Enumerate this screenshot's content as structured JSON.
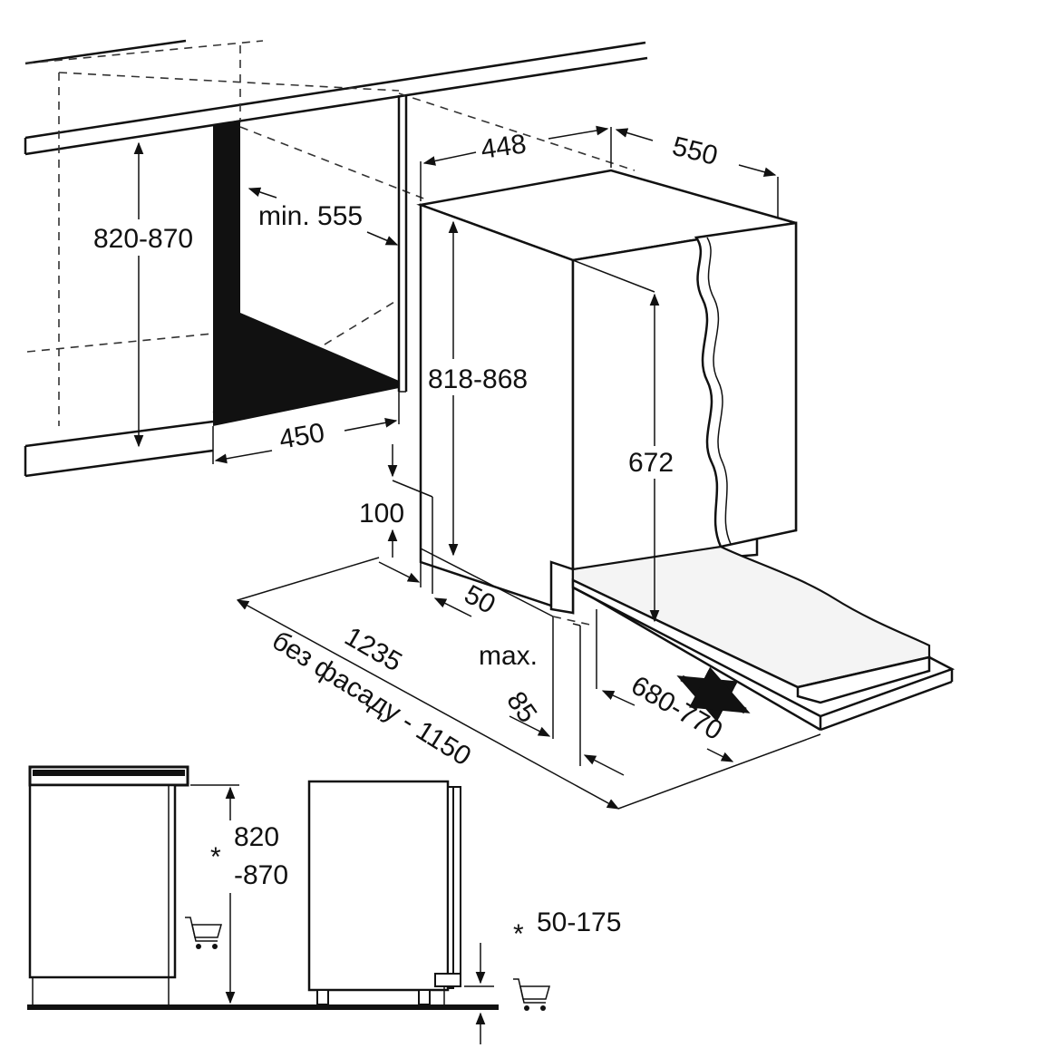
{
  "labels": {
    "niche_height": "820-870",
    "min_depth": "min. 555",
    "niche_width": "450",
    "appliance_width": "448",
    "appliance_depth": "550",
    "appliance_height": "818-868",
    "door_height": "672",
    "plinth_height": "100",
    "plinth_offset": "50",
    "max_word": "max.",
    "max_value": "85",
    "total_depth": "1235",
    "without_front": "без фасаду - 1150",
    "door_range": "680-770",
    "side_height_top": "820",
    "side_height_bottom": "-870",
    "asterisk": "*",
    "leg_range": "50-175"
  },
  "icons": [
    "trolley-icon",
    "trolley-icon"
  ],
  "colors": {
    "ink": "#111111",
    "background": "#ffffff"
  }
}
